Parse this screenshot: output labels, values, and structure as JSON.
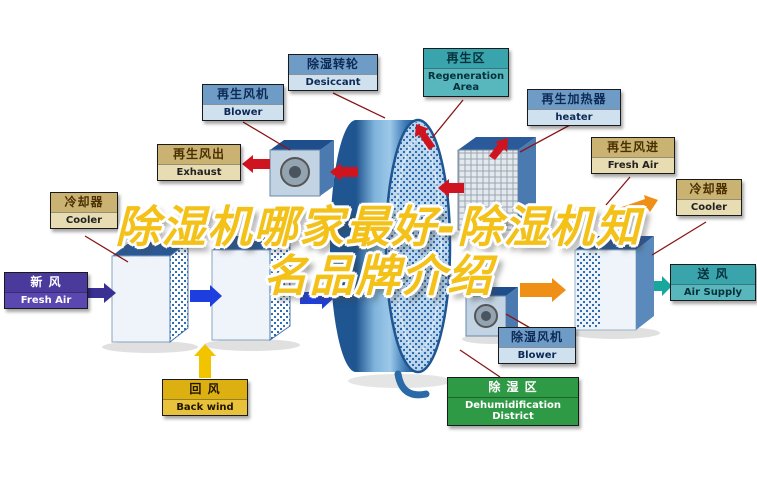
{
  "title": {
    "line1": "除湿机哪家最好-除湿机知",
    "line2": "名品牌介绍"
  },
  "labels": {
    "desiccant": {
      "zh": "除湿转轮",
      "en": "Desiccant"
    },
    "regeneration_area": {
      "zh": "再生区",
      "en": "Regeneration Area"
    },
    "regen_blower": {
      "zh": "再生风机",
      "en": "Blower"
    },
    "regen_heater": {
      "zh": "再生加热器",
      "en": "heater"
    },
    "exhaust": {
      "zh": "再生风出",
      "en": "Exhaust"
    },
    "regen_fresh_air": {
      "zh": "再生风进",
      "en": "Fresh Air"
    },
    "cooler_left": {
      "zh": "冷却器",
      "en": "Cooler"
    },
    "cooler_right": {
      "zh": "冷却器",
      "en": "Cooler"
    },
    "fresh_air": {
      "zh": "新 风",
      "en": "Fresh Air"
    },
    "air_supply": {
      "zh": "送 风",
      "en": "Air Supply"
    },
    "back_wind": {
      "zh": "回 风",
      "en": "Back wind"
    },
    "dehumid_blower": {
      "zh": "除湿风机",
      "en": "Blower"
    },
    "dehumid_district": {
      "zh": "除 湿 区",
      "en": "Dehumidification District"
    }
  },
  "colors": {
    "title_fill": "#f3c118",
    "title_outline": "#ffffff",
    "wheel_blue": "#2f6da8",
    "arrow_red": "#cf1420",
    "arrow_blue": "#1f3ee0",
    "arrow_orange": "#ef8f16",
    "arrow_yellow": "#f2c400",
    "arrow_purple": "#3a2f92",
    "arrow_teal": "#17a79e",
    "label_green": "#2f9a46",
    "label_purple": "#4a3a9c",
    "label_teal": "#3aa4ac",
    "label_yellow": "#ddb012",
    "label_blue": "#6f9cc6",
    "label_tan": "#c9b272"
  }
}
